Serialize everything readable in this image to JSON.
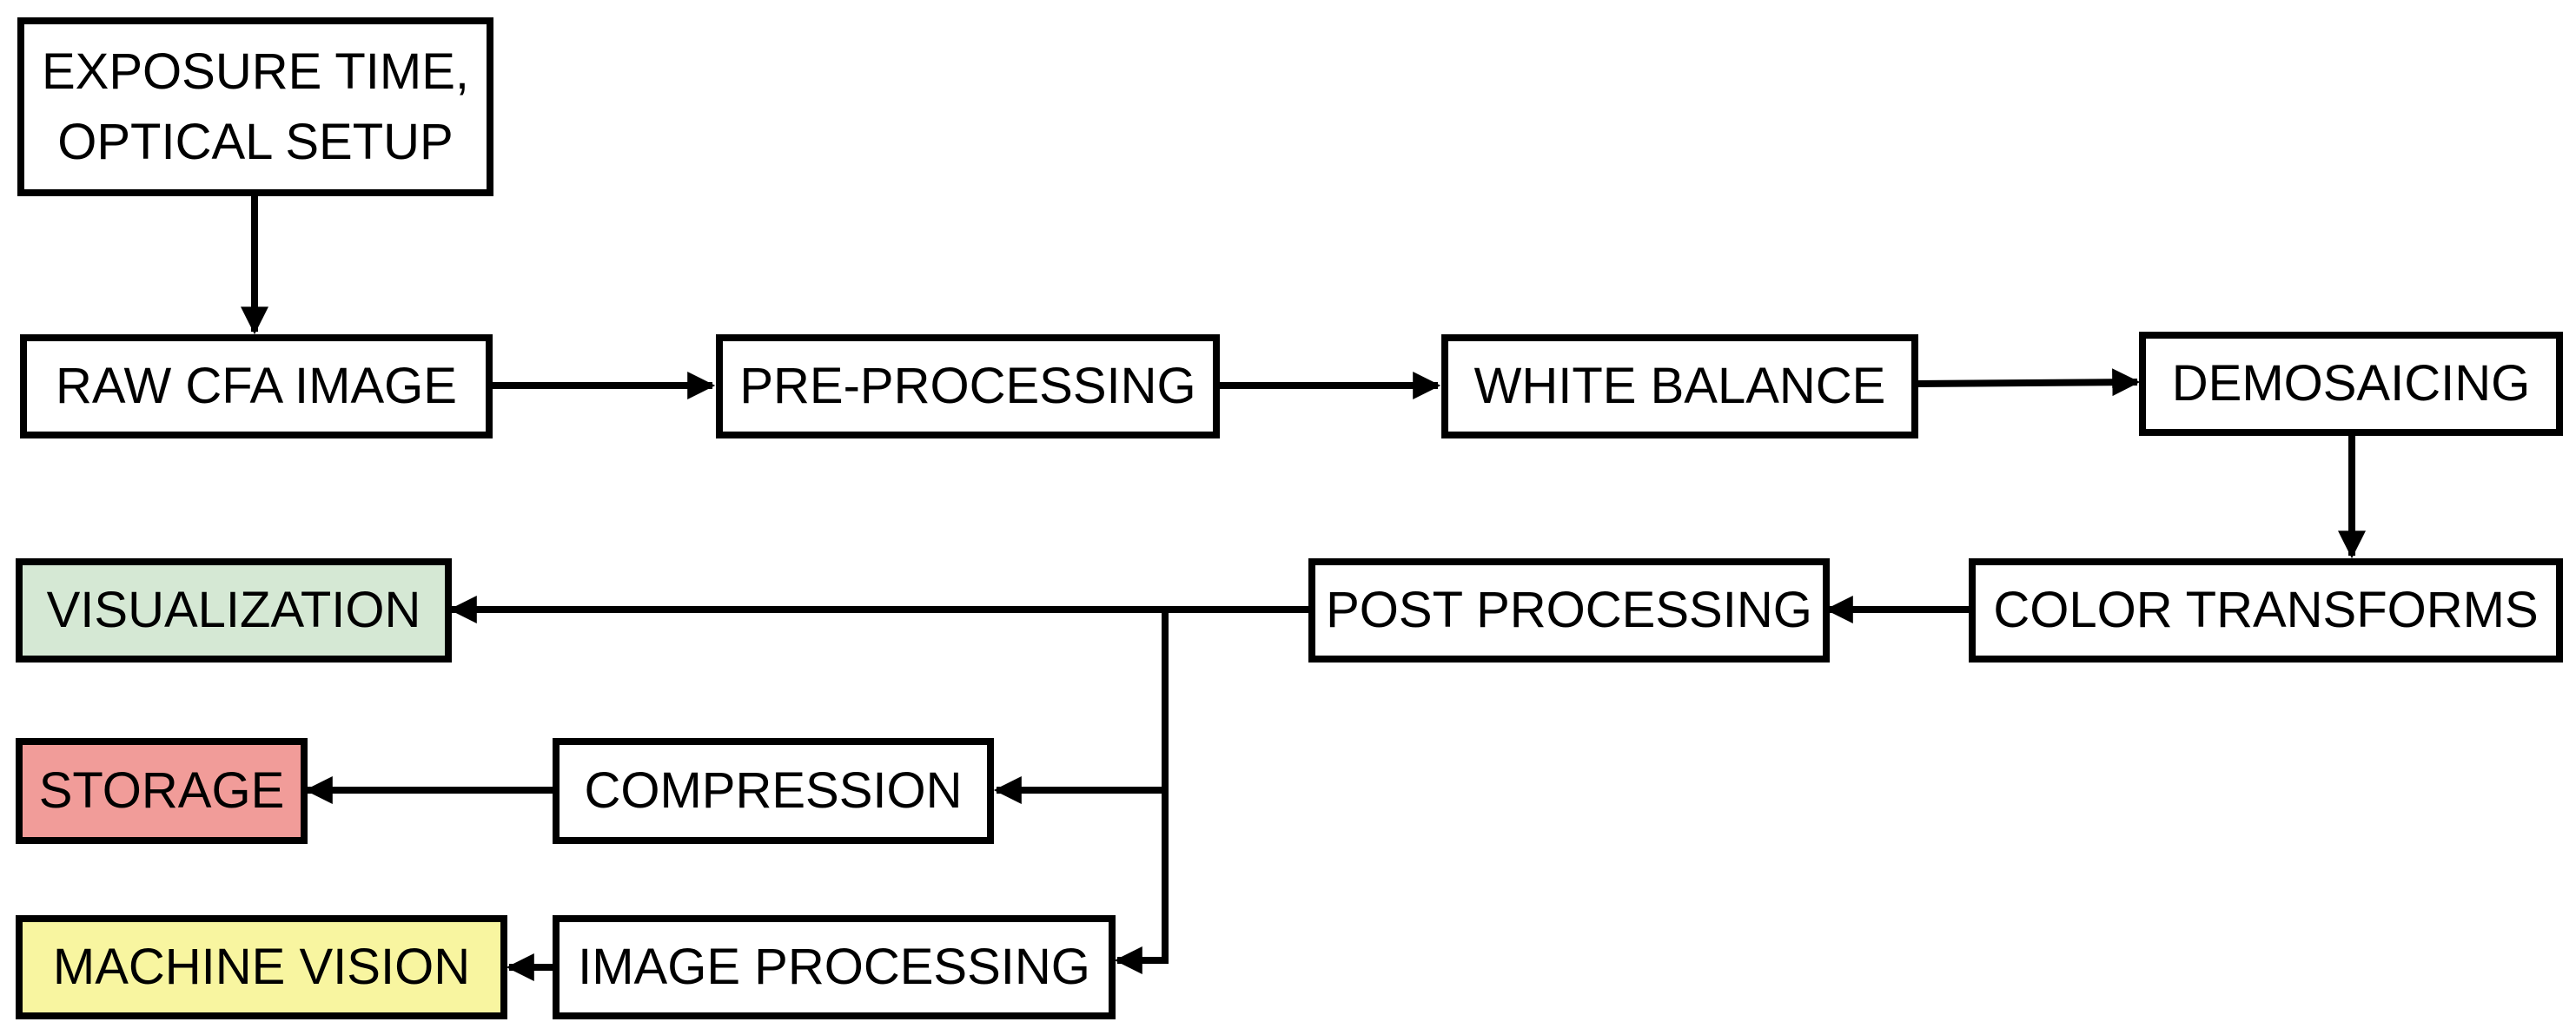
{
  "colors": {
    "visualization_fill": "#d5e8d4",
    "storage_fill": "#f19c99",
    "machine_vision_fill": "#f8f5a0",
    "default_fill": "#ffffff",
    "line": "#000000"
  },
  "nodes": {
    "exposure_optics": "EXPOSURE TIME,\nOPTICAL SETUP",
    "raw_cfa_image": "RAW CFA IMAGE",
    "pre_processing": "PRE-PROCESSING",
    "white_balance": "WHITE BALANCE",
    "demosaicing": "DEMOSAICING",
    "color_transforms": "COLOR TRANSFORMS",
    "post_processing": "POST PROCESSING",
    "visualization": "VISUALIZATION",
    "compression": "COMPRESSION",
    "storage": "STORAGE",
    "image_processing": "IMAGE PROCESSING",
    "machine_vision": "MACHINE VISION"
  },
  "edges": [
    {
      "from": "exposure_optics",
      "to": "raw_cfa_image"
    },
    {
      "from": "raw_cfa_image",
      "to": "pre_processing"
    },
    {
      "from": "pre_processing",
      "to": "white_balance"
    },
    {
      "from": "white_balance",
      "to": "demosaicing"
    },
    {
      "from": "demosaicing",
      "to": "color_transforms"
    },
    {
      "from": "color_transforms",
      "to": "post_processing"
    },
    {
      "from": "post_processing",
      "to": "visualization"
    },
    {
      "from": "post_processing",
      "to": "compression"
    },
    {
      "from": "post_processing",
      "to": "image_processing"
    },
    {
      "from": "compression",
      "to": "storage"
    },
    {
      "from": "image_processing",
      "to": "machine_vision"
    }
  ]
}
